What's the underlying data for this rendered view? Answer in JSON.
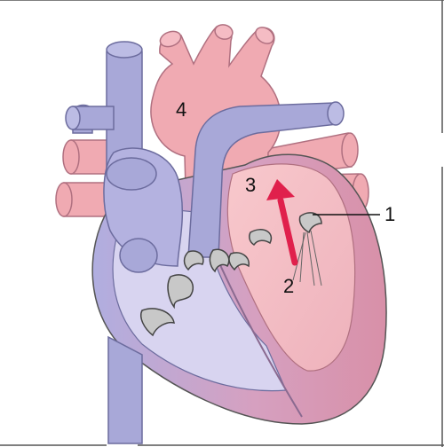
{
  "labels": {
    "label_1": "1",
    "label_2": "2",
    "label_3": "3",
    "label_4": "4"
  },
  "colors": {
    "venous_blue": "#a8a8d8",
    "venous_blue_stroke": "#6c6c9e",
    "arterial_pink": "#f0aab2",
    "arterial_pink_stroke": "#b07080",
    "ventricle_blue": "#d8d4f0",
    "ventricle_pink": "#f6c3c6",
    "valve_gray": "#c8c8c8",
    "arrow_red": "#e0204c",
    "outline": "#555555"
  }
}
